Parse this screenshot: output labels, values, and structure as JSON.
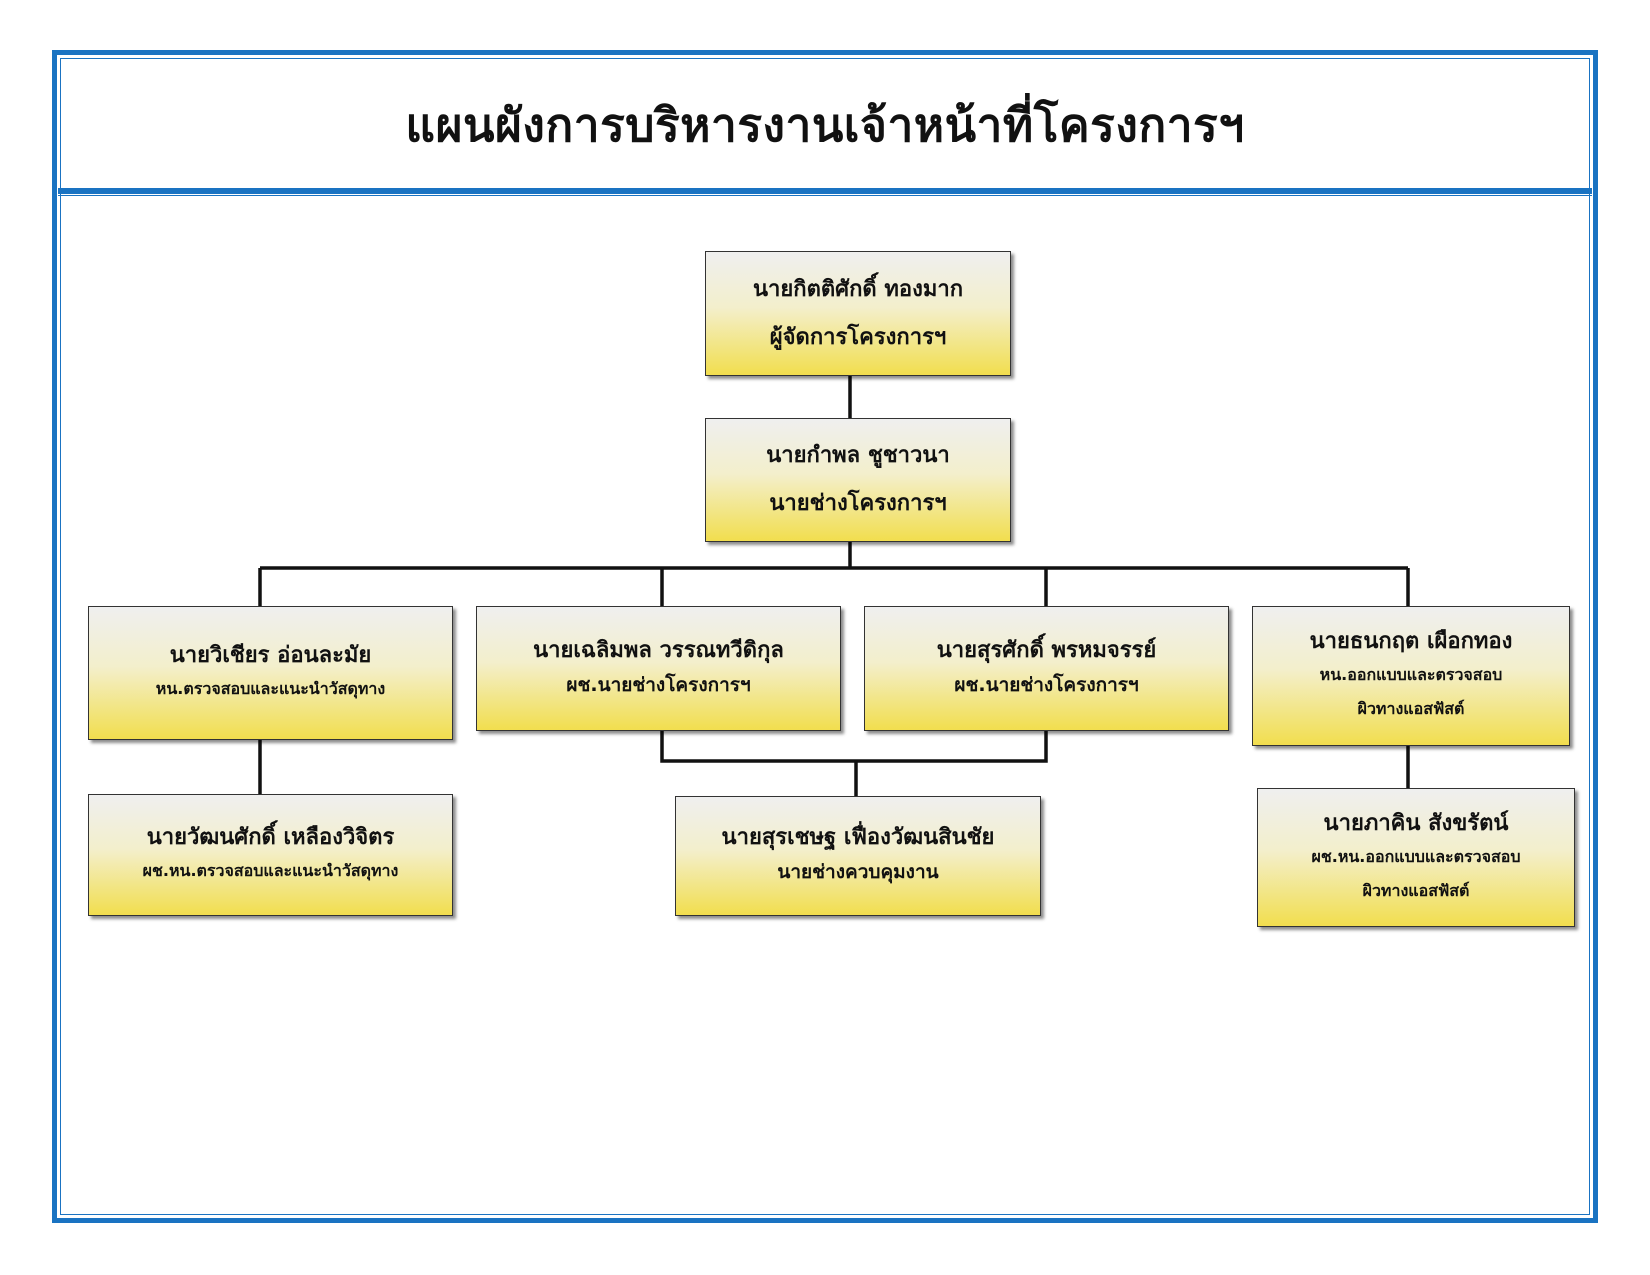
{
  "title": "แผนผังการบริหารงานเจ้าหน้าที่โครงการฯ",
  "colors": {
    "frame": "#1a73c2",
    "box_top": "#efefef",
    "box_bottom": "#f2de4e",
    "line": "#111111"
  },
  "nodes": {
    "manager": {
      "name": "นายกิตติศักดิ์  ทองมาก",
      "role": "ผู้จัดการโครงการฯ"
    },
    "engineer": {
      "name": "นายกำพล  ชูชาวนา",
      "role": "นายช่างโครงการฯ"
    },
    "head_inspect": {
      "name": "นายวิเชียร อ่อนละมัย",
      "role": "หน.ตรวจสอบและแนะนำวัสดุทาง"
    },
    "asst_eng_1": {
      "name": "นายเฉลิมพล  วรรณทวีดิกุล",
      "role": "ผช.นายช่างโครงการฯ"
    },
    "asst_eng_2": {
      "name": "นายสุรศักดิ์  พรหมจรรย์",
      "role": "ผช.นายช่างโครงการฯ"
    },
    "head_design": {
      "name": "นายธนกฤต  เผือกทอง",
      "role_line1": "หน.ออกแบบและตรวจสอบ",
      "role_line2": "ผิวทางแอสฟัสต์"
    },
    "asst_inspect": {
      "name": "นายวัฒนศักดิ์ เหลืองวิจิตร",
      "role": "ผช.หน.ตรวจสอบและแนะนำวัสดุทาง"
    },
    "supervisor": {
      "name": "นายสุรเชษฐ  เฟื่องวัฒนสินชัย",
      "role": "นายช่างควบคุมงาน"
    },
    "asst_design": {
      "name": "นายภาคิน  สังขรัตน์",
      "role_line1": "ผช.หน.ออกแบบและตรวจสอบ",
      "role_line2": "ผิวทางแอสฟัสต์"
    }
  }
}
